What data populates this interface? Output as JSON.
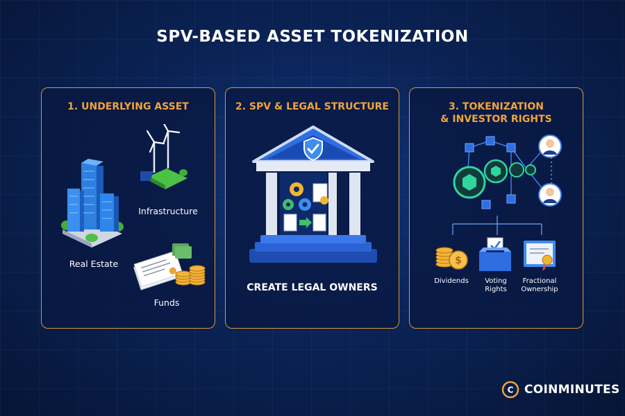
{
  "title": "SPV-BASED ASSET TOKENIZATION",
  "panels": {
    "underlying": {
      "heading": "1. UNDERLYING ASSET",
      "items": {
        "real_estate": "Real Estate",
        "infrastructure": "Infrastructure",
        "funds": "Funds"
      }
    },
    "spv": {
      "heading": "2. SPV & LEGAL STRUCTURE",
      "caption": "CREATE LEGAL OWNERS"
    },
    "tokenization": {
      "heading_line1": "3. TOKENIZATION",
      "heading_line2": "& INVESTOR RIGHTS",
      "rights": {
        "dividends": "Dividends",
        "voting_line1": "Voting",
        "voting_line2": "Rights",
        "fractional_line1": "Fractional",
        "fractional_line2": "Ownership"
      }
    }
  },
  "brand": {
    "name": "COINMINUTES",
    "logo_letter": "C"
  },
  "colors": {
    "accent": "#f2a33a",
    "border": "#d79a3e",
    "background": "#0b2356"
  },
  "icons": [
    "skyscraper-icon",
    "wind-turbine-icon",
    "solar-panel-icon",
    "documents-icon",
    "coins-icon",
    "bank-building-icon",
    "shield-check-icon",
    "gears-icon",
    "token-network-icon",
    "investor-icon",
    "ballot-box-icon",
    "certificate-icon"
  ]
}
